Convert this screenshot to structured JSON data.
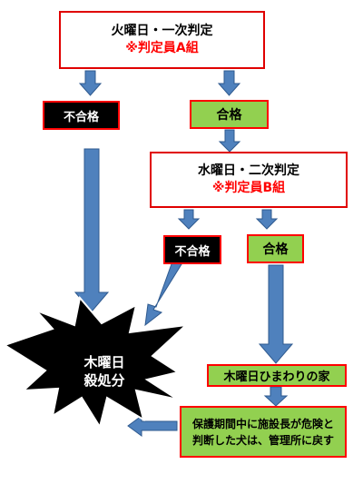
{
  "colors": {
    "arrow_fill": "#4f81bd",
    "arrow_stroke": "#2f5a8f",
    "red_border": "#ff0000",
    "judge_text": "#ff0000",
    "pass_fill": "#92d050",
    "fail_fill": "#000000"
  },
  "stage1": {
    "title": "火曜日・一次判定",
    "judge": "※判定員A組"
  },
  "stage1_fail": {
    "label": "不合格"
  },
  "stage1_pass": {
    "label": "合格"
  },
  "stage2": {
    "title": "水曜日・二次判定",
    "judge": "※判定員B組"
  },
  "stage2_fail": {
    "label": "不合格"
  },
  "stage2_pass": {
    "label": "合格"
  },
  "kill": {
    "line1": "木曜日",
    "line2": "殺処分"
  },
  "himawari": {
    "label": "木曜日ひまわりの家"
  },
  "return": {
    "line1": "保護期間中に施設長が危険と",
    "line2": "判断した犬は、管理所に戻す"
  }
}
